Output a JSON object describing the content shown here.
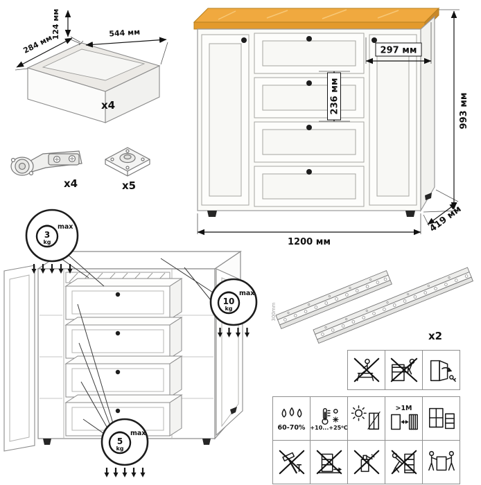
{
  "parts": {
    "drawer_box": {
      "qty": "x4",
      "height": "124 мм",
      "width": "544 мм",
      "depth": "284 мм"
    },
    "hinge": {
      "qty": "x4"
    },
    "foot": {
      "qty": "x5"
    },
    "slides": {
      "qty": "x2",
      "length": "300mm"
    }
  },
  "product": {
    "width": "1200 мм",
    "height": "993 мм",
    "depth": "419 мм",
    "door_width": "297 мм",
    "drawer_pitch": "236 мм"
  },
  "load_limits": {
    "top_drawer": {
      "value": "3",
      "unit": "kg",
      "label": "max"
    },
    "top_surface": {
      "value": "10",
      "unit": "kg",
      "label": "max"
    },
    "drawer": {
      "value": "5",
      "unit": "kg",
      "label": "max"
    }
  },
  "care": {
    "humidity": "60-70%",
    "temperature": "+10...+25⁰C",
    "distance": ">1M"
  },
  "colors": {
    "wood_top": "#eda63e",
    "wood_edge": "#c9882a",
    "outline": "#8a8a8a",
    "knob": "#1d1d1d"
  }
}
